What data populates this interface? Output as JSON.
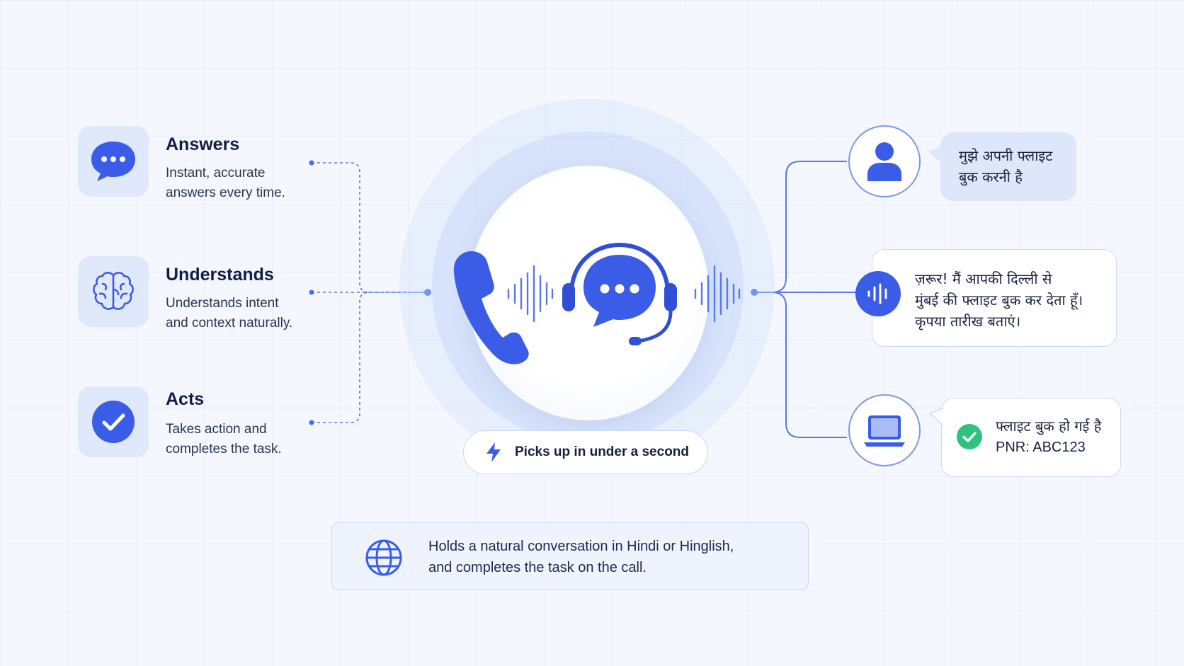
{
  "features": [
    {
      "title": "Answers",
      "line1": "Instant, accurate",
      "line2": "answers every time.",
      "icon": "chat-bubble-icon"
    },
    {
      "title": "Understands",
      "line1": "Understands intent",
      "line2": "and context naturally.",
      "icon": "brain-icon"
    },
    {
      "title": "Acts",
      "line1": "Takes action and",
      "line2": "completes the task.",
      "icon": "checkmark-icon"
    }
  ],
  "center": {
    "pill_text": "Picks up in under a second",
    "pill_icon": "lightning-icon",
    "left_icon": "phone-icon",
    "right_icon": "headset-chat-icon"
  },
  "conversation": {
    "user_line1": "मुझे अपनी फ्लाइट",
    "user_line2": "बुक करनी है",
    "agent_line1": "ज़रूर! मैं आपकी दिल्ली से",
    "agent_line2": "मुंबई की फ्लाइट बुक कर देता हूँ।",
    "agent_line3": "कृपया तारीख बताएं।",
    "result_line1": "फ्लाइट बुक हो गई है",
    "result_line2": "PNR: ABC123"
  },
  "bottom": {
    "line1": "Holds a natural conversation in Hindi or Hinglish,",
    "line2": "and completes the task on the call.",
    "icon": "globe-icon"
  },
  "colors": {
    "accent": "#3a5ce6",
    "tile_bg": "#e0e8fb",
    "success": "#2ec27e",
    "page_bg": "#f4f7fd"
  }
}
